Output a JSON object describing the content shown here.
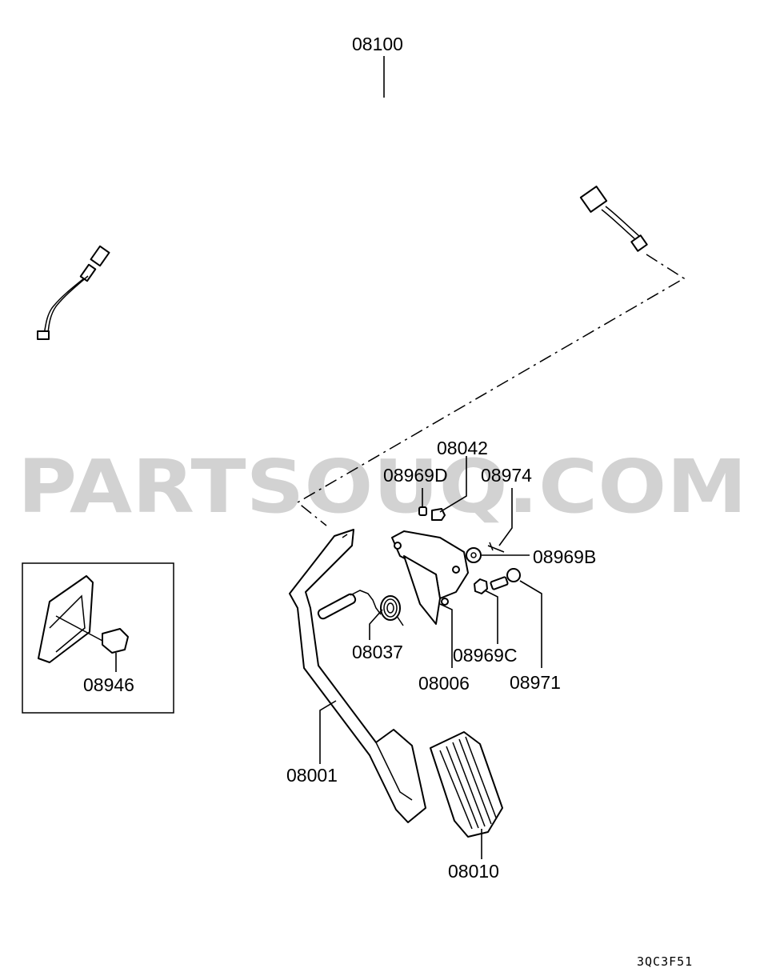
{
  "watermark": "PARTSOUQ.COM",
  "diagram_code": "3QC3F51",
  "parts": [
    {
      "id": "p-08100",
      "number": "08100"
    },
    {
      "id": "p-08042",
      "number": "08042"
    },
    {
      "id": "p-08969D",
      "number": "08969D"
    },
    {
      "id": "p-08974",
      "number": "08974"
    },
    {
      "id": "p-08969B",
      "number": "08969B"
    },
    {
      "id": "p-08037",
      "number": "08037"
    },
    {
      "id": "p-08969C",
      "number": "08969C"
    },
    {
      "id": "p-08006",
      "number": "08006"
    },
    {
      "id": "p-08971",
      "number": "08971"
    },
    {
      "id": "p-08946",
      "number": "08946"
    },
    {
      "id": "p-08001",
      "number": "08001"
    },
    {
      "id": "p-08010",
      "number": "08010"
    }
  ]
}
